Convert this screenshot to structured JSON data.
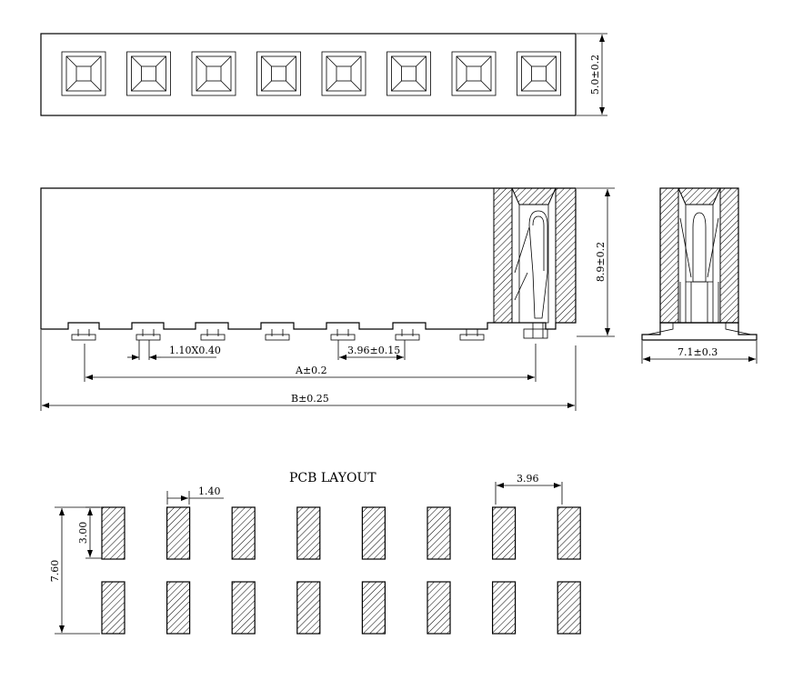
{
  "top_view": {
    "height_dim": "5.0±0.2",
    "cell_count": 8
  },
  "front_view": {
    "height_dim": "8.9±0.2",
    "pin_dim": "1.10X0.40",
    "pitch_dim": "3.96±0.15",
    "a_dim": "A±0.2",
    "b_dim": "B±0.25"
  },
  "side_view": {
    "width_dim": "7.1±0.3"
  },
  "pcb_layout": {
    "title": "PCB LAYOUT",
    "pad_width_dim": "1.40",
    "pitch_dim": "3.96",
    "pad_height_dim": "3.00",
    "row_span_dim": "7.60",
    "pads_per_row": 8,
    "rows": 2
  }
}
